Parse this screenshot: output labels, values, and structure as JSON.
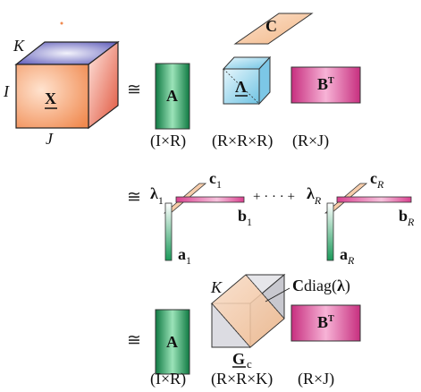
{
  "tensor_x": {
    "label": "X",
    "dim_i": "I",
    "dim_j": "J",
    "dim_k": "K"
  },
  "approx_symbol": "≅",
  "row1": {
    "matrix_a": {
      "label": "A",
      "dims": "(I×R)"
    },
    "core": {
      "label": "Λ",
      "dims": "(R×R×R)"
    },
    "matrix_c": {
      "label": "C"
    },
    "matrix_bt": {
      "label": "B",
      "sup": "T",
      "dims": "(R×J)"
    }
  },
  "row2": {
    "first": {
      "lambda": "λ",
      "lambda_sub": "1",
      "c": "c",
      "c_sub": "1",
      "b": "b",
      "b_sub": "1",
      "a": "a",
      "a_sub": "1"
    },
    "dots": "+ · · · +",
    "last": {
      "lambda": "λ",
      "lambda_sub": "R",
      "c": "c",
      "c_sub": "R",
      "b": "b",
      "b_sub": "R",
      "a": "a",
      "a_sub": "R"
    }
  },
  "row3": {
    "matrix_a": {
      "label": "A",
      "dims": "(I×R)"
    },
    "core": {
      "label": "G",
      "sub": "c",
      "dims": "(R×R×K)",
      "k_label": "K"
    },
    "cdiag": {
      "label_c": "C",
      "label_rest": "diag(",
      "label_lambda": "λ",
      "label_close": ")"
    },
    "matrix_bt": {
      "label": "B",
      "sup": "T",
      "dims": "(R×J)"
    }
  },
  "colors": {
    "green": "#1b9a5a",
    "pink": "#d9418f",
    "orange": "#f08a50",
    "peach": "#f6c49e",
    "cyan": "#8fd0ea",
    "purple": "#5b58b8",
    "red": "#e0533a",
    "gray": "#d9d9de"
  }
}
